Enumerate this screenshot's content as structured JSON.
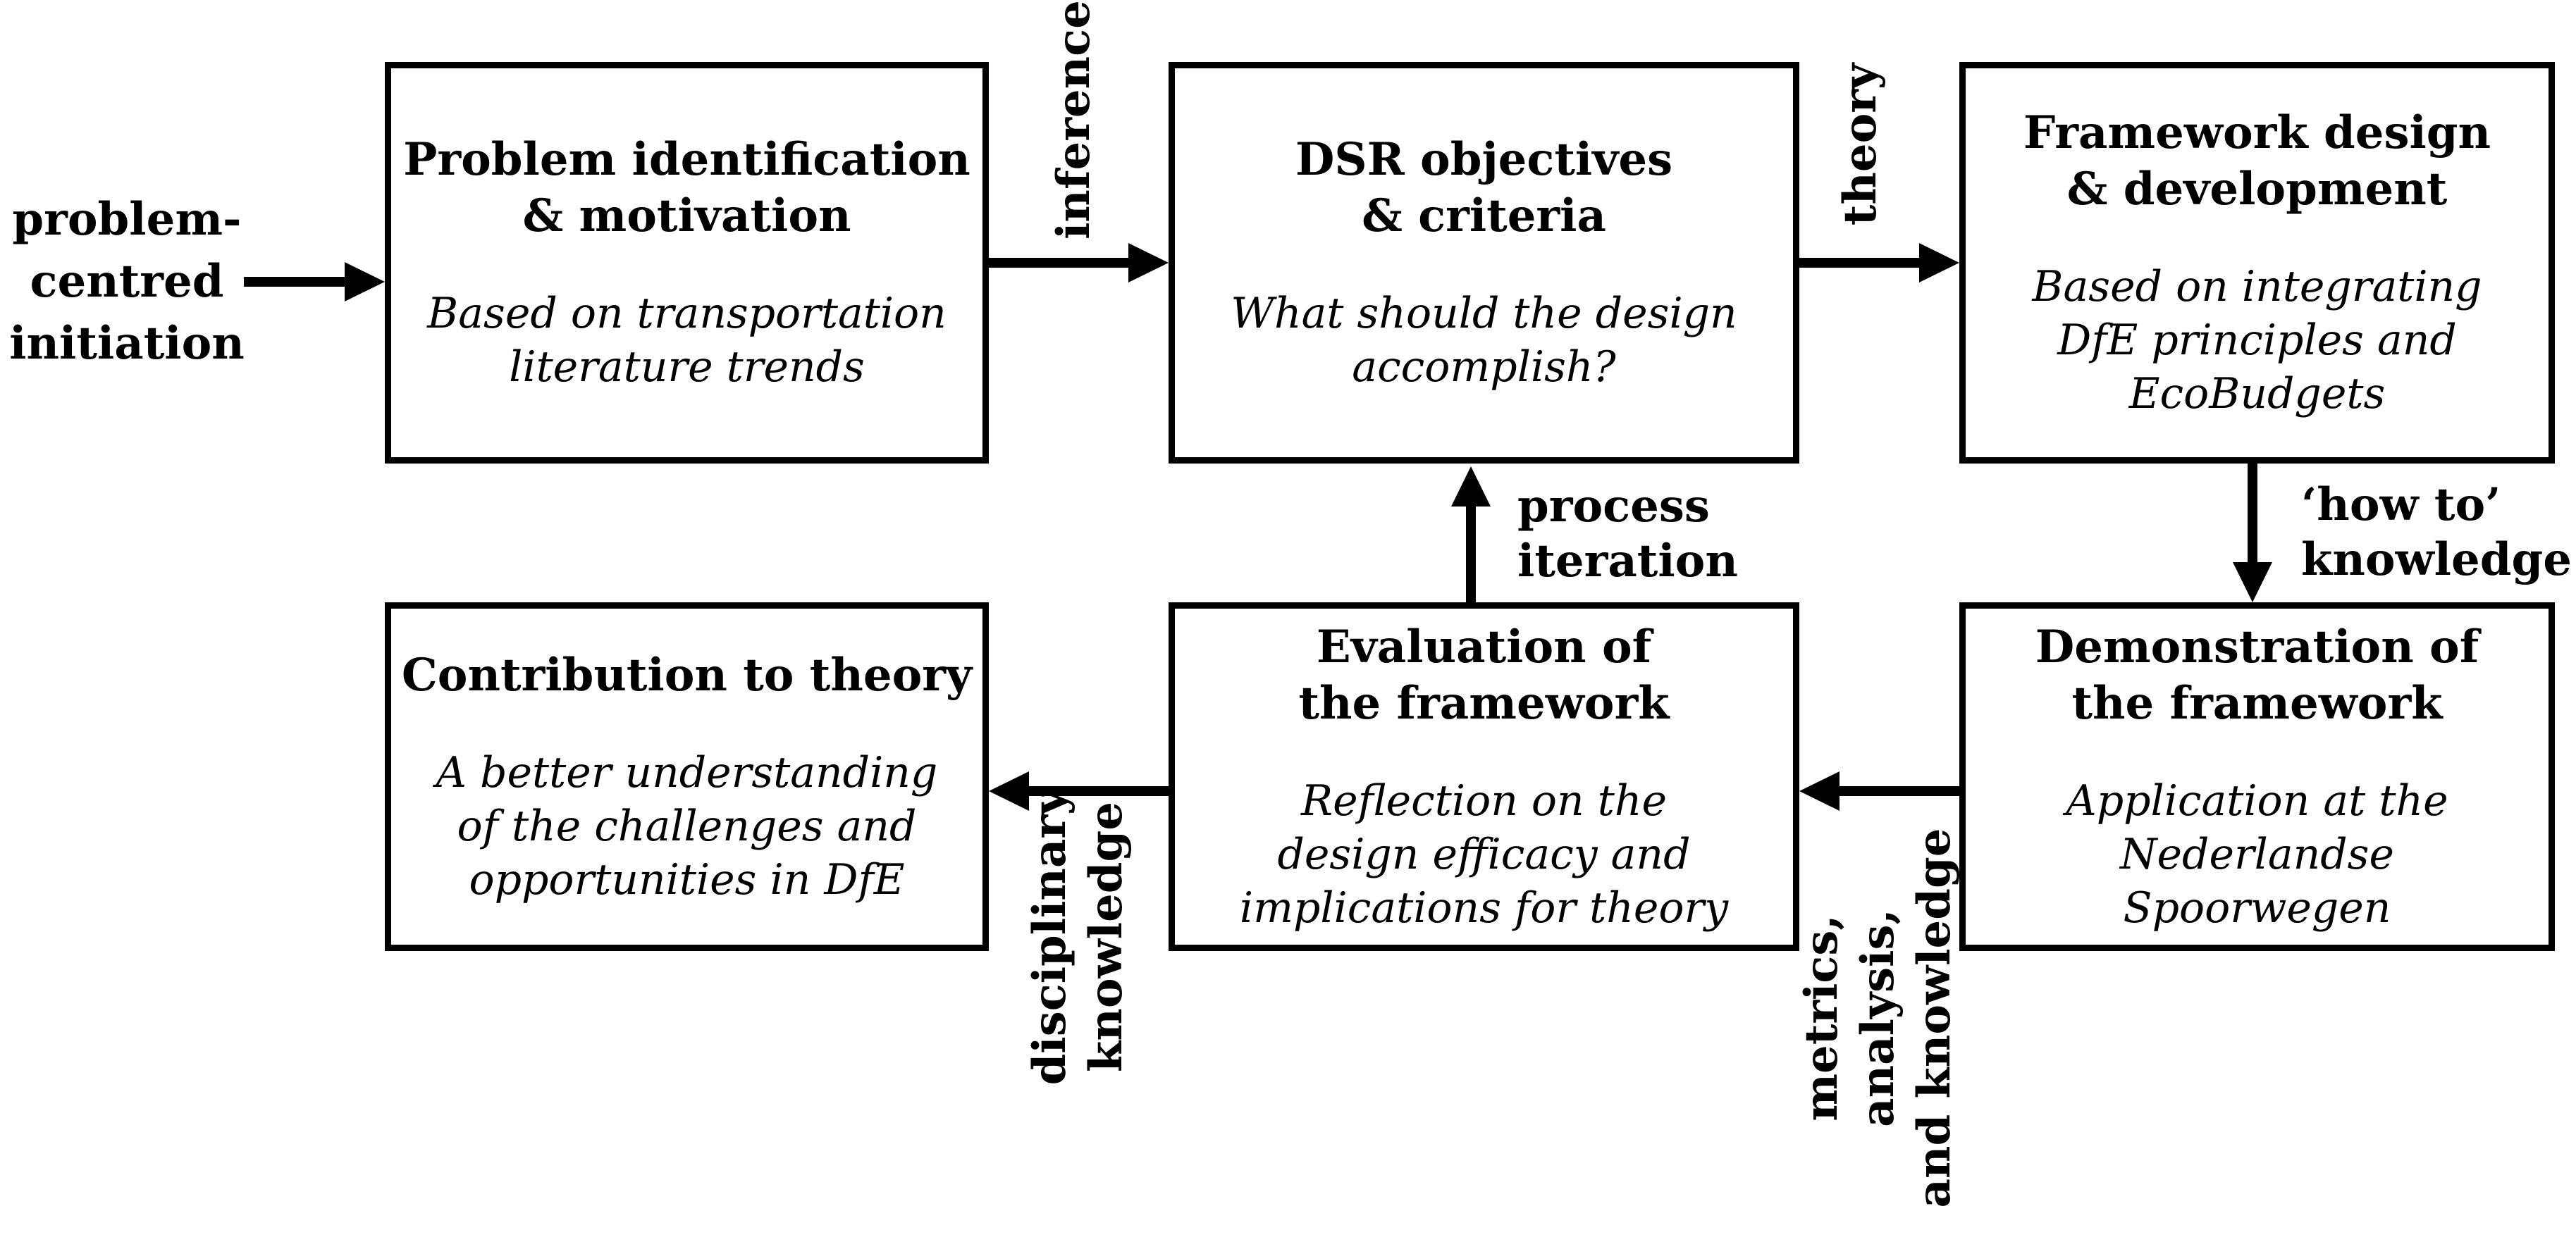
{
  "diagram": {
    "start_label": "problem-\ncentred\ninitiation",
    "nodes": [
      {
        "id": "problem-identification",
        "title": "Problem identification\n& motivation",
        "body": "Based on transportation\nliterature trends"
      },
      {
        "id": "dsr-objectives",
        "title": "DSR objectives\n& criteria",
        "body": "What should the design\naccomplish?"
      },
      {
        "id": "framework-design",
        "title": "Framework design\n& development",
        "body": "Based on integrating\nDfE principles and\nEcoBudgets"
      },
      {
        "id": "contribution-to-theory",
        "title": "Contribution to theory",
        "body": "A better understanding\nof the challenges and\nopportunities in DfE"
      },
      {
        "id": "evaluation",
        "title": "Evaluation of\nthe framework",
        "body": "Reflection on the\ndesign efficacy and\nimplications for theory"
      },
      {
        "id": "demonstration",
        "title": "Demonstration of\nthe framework",
        "body": "Application at the\nNederlandse\nSpoorwegen"
      }
    ],
    "edge_labels": {
      "inference": "inference",
      "theory": "theory",
      "how_to": "‘how to’\nknowledge",
      "process_iteration": "process\niteration",
      "disciplinary": "disciplinary\nknowledge",
      "metrics": "metrics, analysis,\nand knowledge"
    },
    "colors": {
      "ink": "#000000",
      "background": "#ffffff"
    }
  }
}
